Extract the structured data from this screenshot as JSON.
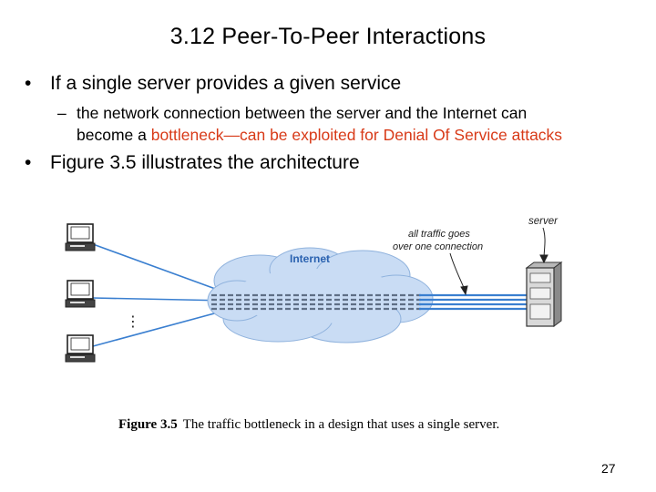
{
  "slide": {
    "title": "3.12  Peer-To-Peer Interactions",
    "bullet_marker": "•",
    "bullet1": "If a single server provides a given service",
    "sub_marker": "–",
    "sub_line1": "the network connection between the server and the Internet can",
    "sub_line2_prefix": "become a ",
    "sub_line2_red": "bottleneck—can be exploited for Denial Of Service attacks",
    "bullet2": "Figure 3.5 illustrates the architecture",
    "page_number": "27"
  },
  "figure": {
    "internet_label": "Internet",
    "server_label": "server",
    "traffic_label_line1": "all traffic goes",
    "traffic_label_line2": "over one connection",
    "ellipsis": "⋮",
    "caption_label": "Figure 3.5",
    "caption_text": "The traffic bottleneck in a design that uses a single server."
  },
  "colors": {
    "accent_red": "#d83a18",
    "network_blue": "#3a7fd0",
    "cloud_blue": "#c9dcf4"
  }
}
